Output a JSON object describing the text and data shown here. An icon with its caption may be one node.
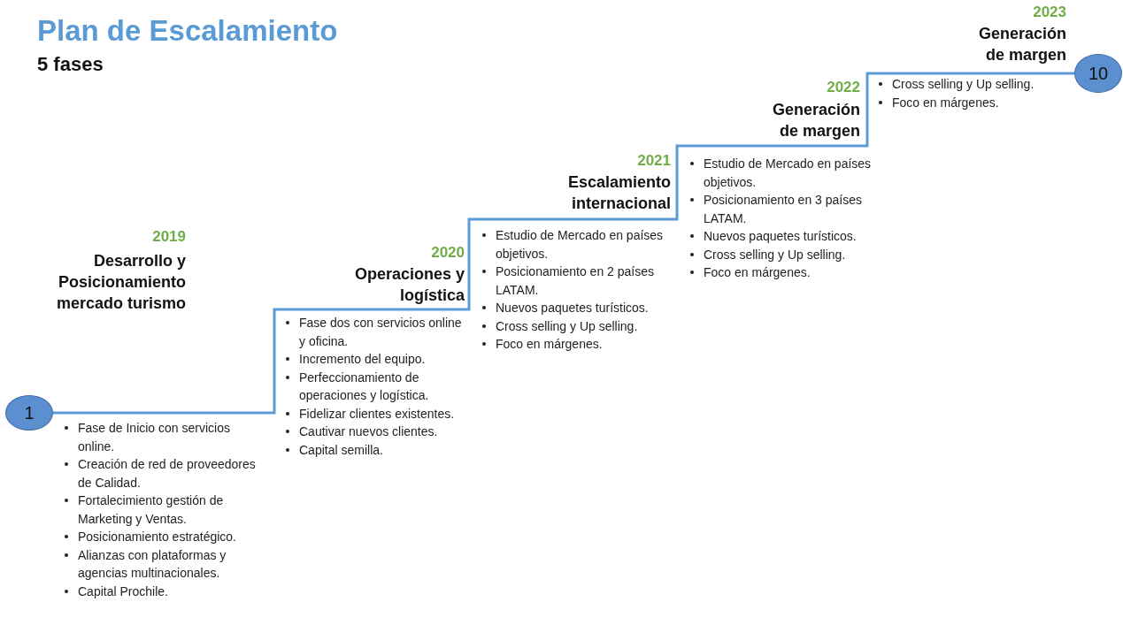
{
  "diagram": {
    "title": "Plan de Escalamiento",
    "nodes": [
      {
        "text": [
          "1"
        ]
      },
      {
        "text": [
          "10"
        ]
      }
    ],
    "edges": [
      {
        "from": 0,
        "to": 1,
        "arrow": "none"
      }
    ],
    "labels": [
      "5 fases",
      "2019",
      "Desarrollo y Posicionamiento mercado turismo",
      "Fase de Inicio con servicios online.",
      "Creación de red de proveedores de Calidad.",
      "Fortalecimiento gestión de Marketing y Ventas.",
      "Posicionamiento estratégico.",
      "Alianzas con plataformas y agencias multinacionales.",
      "Capital Prochile.",
      "2020",
      "Operaciones y logística",
      "Fase dos con servicios online y oficina.",
      "Incremento del equipo.",
      "Perfeccionamiento de operaciones y logística.",
      "Fidelizar clientes existentes.",
      "Cautivar nuevos clientes.",
      "Capital semilla.",
      "2021",
      "Escalamiento internacional",
      "Estudio de Mercado en países objetivos.",
      "Posicionamiento en 2 países LATAM.",
      "Nuevos paquetes turísticos.",
      "Cross selling y Up selling.",
      "Foco en márgenes.",
      "2022",
      "Generación de margen",
      "Estudio de Mercado en países objetivos.",
      "Posicionamiento en 3 países LATAM.",
      "Nuevos paquetes turísticos.",
      "Cross selling y Up selling.",
      "Foco en márgenes.",
      "2023",
      "Generación de margen",
      "Cross selling y Up selling.",
      "Foco en márgenes."
    ]
  }
}
